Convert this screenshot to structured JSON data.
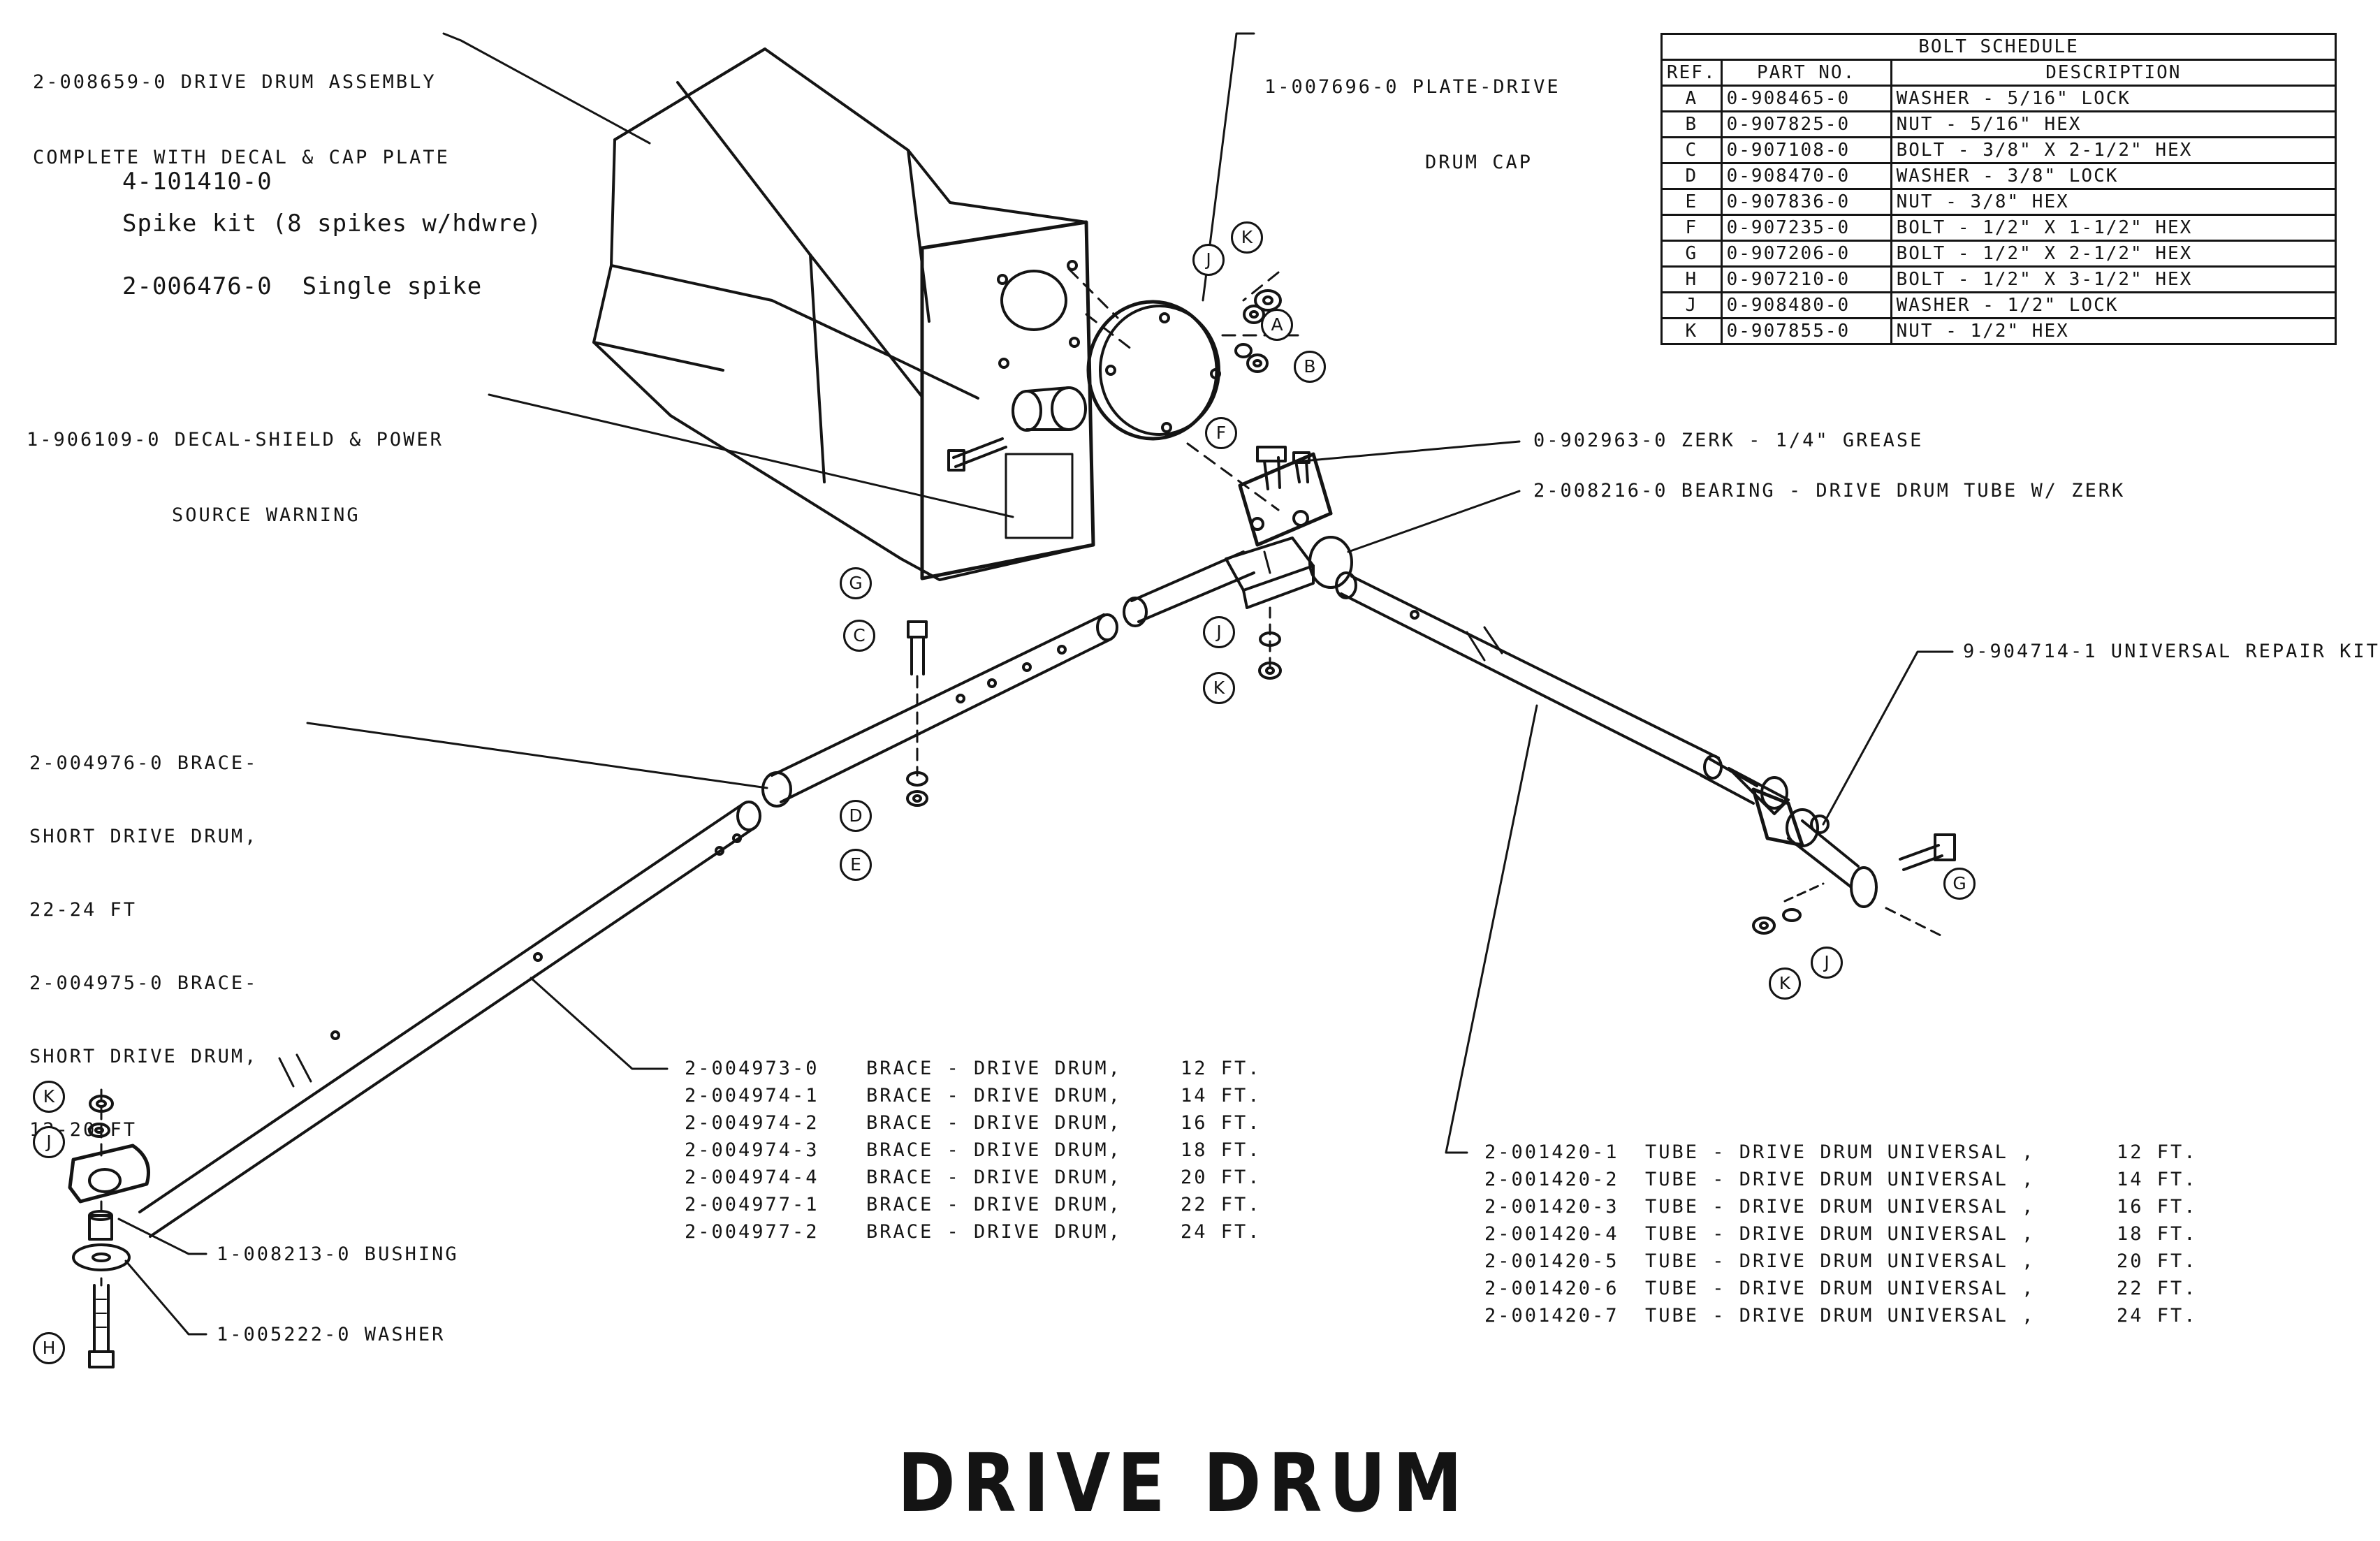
{
  "title": "DRIVE DRUM",
  "labels": {
    "drum_assembly": [
      "2-008659-0 DRIVE DRUM ASSEMBLY",
      "COMPLETE WITH DECAL & CAP PLATE"
    ],
    "cap_plate": [
      "1-007696-0 PLATE-DRIVE",
      "DRUM CAP"
    ],
    "decal": [
      "1-906109-0 DECAL-SHIELD & POWER",
      "SOURCE WARNING"
    ],
    "zerk": "0-902963-0 ZERK - 1/4\" GREASE",
    "bearing": "2-008216-0 BEARING - DRIVE DRUM TUBE W/ ZERK",
    "universal_kit": "9-904714-1 UNIVERSAL REPAIR KIT",
    "short_brace": [
      "2-004976-0 BRACE-",
      "SHORT DRIVE DRUM,",
      "22-24 FT",
      "2-004975-0 BRACE-",
      "SHORT DRIVE DRUM,",
      "12-20 FT"
    ],
    "bushing": "1-008213-0 BUSHING",
    "washer": "1-005222-0 WASHER"
  },
  "spike_kit": {
    "kit_part": "4-101410-0",
    "kit_desc": "Spike kit (8 spikes w/hdwre)",
    "single": "2-006476-0  Single spike"
  },
  "bolt_schedule": {
    "caption": "BOLT SCHEDULE",
    "headers": [
      "REF.",
      "PART NO.",
      "DESCRIPTION"
    ],
    "rows": [
      [
        "A",
        "0-908465-0",
        "WASHER - 5/16\" LOCK"
      ],
      [
        "B",
        "0-907825-0",
        "NUT - 5/16\" HEX"
      ],
      [
        "C",
        "0-907108-0",
        "BOLT - 3/8\" X 2-1/2\" HEX"
      ],
      [
        "D",
        "0-908470-0",
        "WASHER - 3/8\" LOCK"
      ],
      [
        "E",
        "0-907836-0",
        "NUT - 3/8\" HEX"
      ],
      [
        "F",
        "0-907235-0",
        "BOLT - 1/2\" X 1-1/2\" HEX"
      ],
      [
        "G",
        "0-907206-0",
        "BOLT - 1/2\" X 2-1/2\" HEX"
      ],
      [
        "H",
        "0-907210-0",
        "BOLT - 1/2\" X 3-1/2\" HEX"
      ],
      [
        "J",
        "0-908480-0",
        "WASHER - 1/2\" LOCK"
      ],
      [
        "K",
        "0-907855-0",
        "NUT - 1/2\" HEX"
      ]
    ]
  },
  "brace_list": [
    [
      "2-004973-0",
      "BRACE - DRIVE DRUM,",
      "12 FT."
    ],
    [
      "2-004974-1",
      "BRACE - DRIVE DRUM,",
      "14 FT."
    ],
    [
      "2-004974-2",
      "BRACE - DRIVE DRUM,",
      "16 FT."
    ],
    [
      "2-004974-3",
      "BRACE - DRIVE DRUM,",
      "18 FT."
    ],
    [
      "2-004974-4",
      "BRACE - DRIVE DRUM,",
      "20 FT."
    ],
    [
      "2-004977-1",
      "BRACE - DRIVE DRUM,",
      "22 FT."
    ],
    [
      "2-004977-2",
      "BRACE - DRIVE DRUM,",
      "24 FT."
    ]
  ],
  "tube_list": [
    [
      "2-001420-1",
      "TUBE - DRIVE DRUM UNIVERSAL ,",
      "12 FT."
    ],
    [
      "2-001420-2",
      "TUBE - DRIVE DRUM UNIVERSAL ,",
      "14 FT."
    ],
    [
      "2-001420-3",
      "TUBE - DRIVE DRUM UNIVERSAL ,",
      "16 FT."
    ],
    [
      "2-001420-4",
      "TUBE - DRIVE DRUM UNIVERSAL ,",
      "18 FT."
    ],
    [
      "2-001420-5",
      "TUBE - DRIVE DRUM UNIVERSAL ,",
      "20 FT."
    ],
    [
      "2-001420-6",
      "TUBE - DRIVE DRUM UNIVERSAL ,",
      "22 FT."
    ],
    [
      "2-001420-7",
      "TUBE - DRIVE DRUM UNIVERSAL ,",
      "24 FT."
    ]
  ],
  "callouts": [
    "J",
    "K",
    "A",
    "B",
    "F",
    "G",
    "C",
    "J",
    "K",
    "D",
    "E",
    "G",
    "J",
    "K",
    "K",
    "J",
    "H"
  ]
}
